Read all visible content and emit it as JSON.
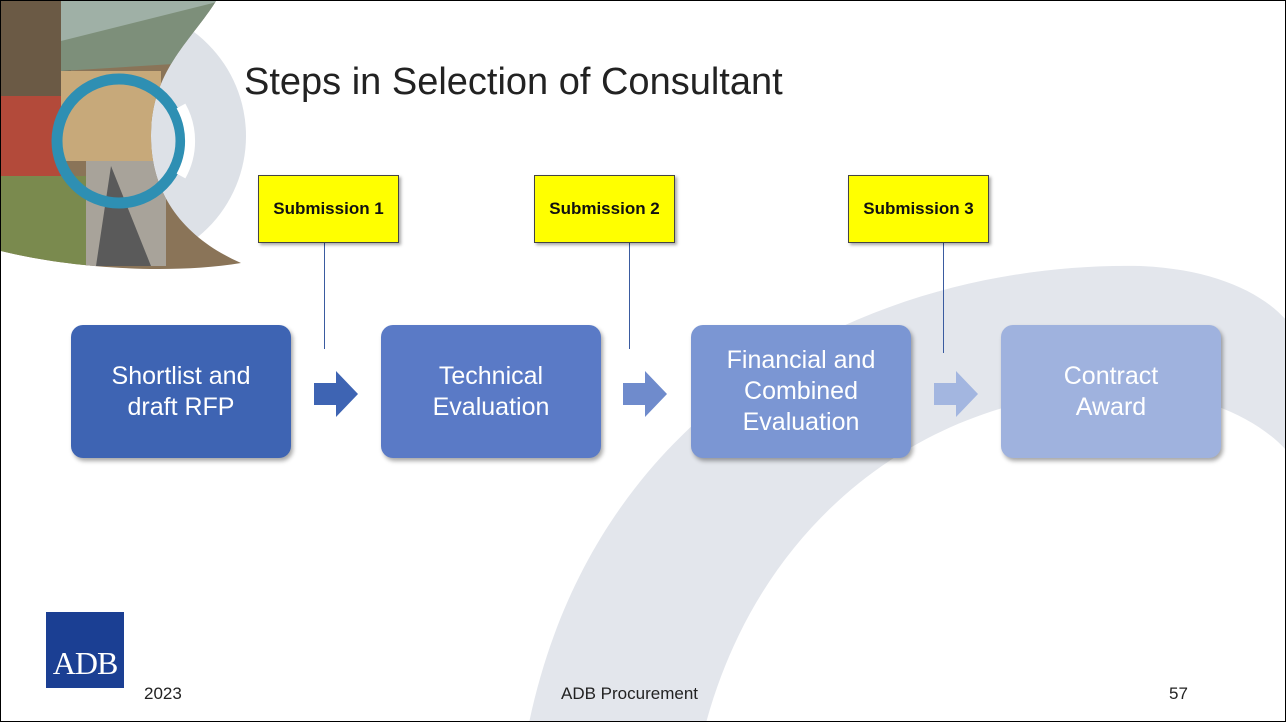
{
  "slide": {
    "title": "Steps in Selection of Consultant",
    "steps": [
      {
        "label": "Shortlist and\ndraft RFP",
        "color": "#3e64b3"
      },
      {
        "label": "Technical\nEvaluation",
        "color": "#5a7ac6"
      },
      {
        "label": "Financial and\nCombined\nEvaluation",
        "color": "#7b96d3"
      },
      {
        "label": "Contract\nAward",
        "color": "#9fb2de"
      }
    ],
    "submissions": [
      "Submission 1",
      "Submission 2",
      "Submission 3"
    ],
    "arrow_colors": [
      "#3e64b3",
      "#6f8bcc",
      "#a3b6e0"
    ],
    "submission_color": "#ffff00",
    "logo_text": "ADB",
    "footer": {
      "year": "2023",
      "center": "ADB Procurement",
      "page": "57"
    }
  }
}
